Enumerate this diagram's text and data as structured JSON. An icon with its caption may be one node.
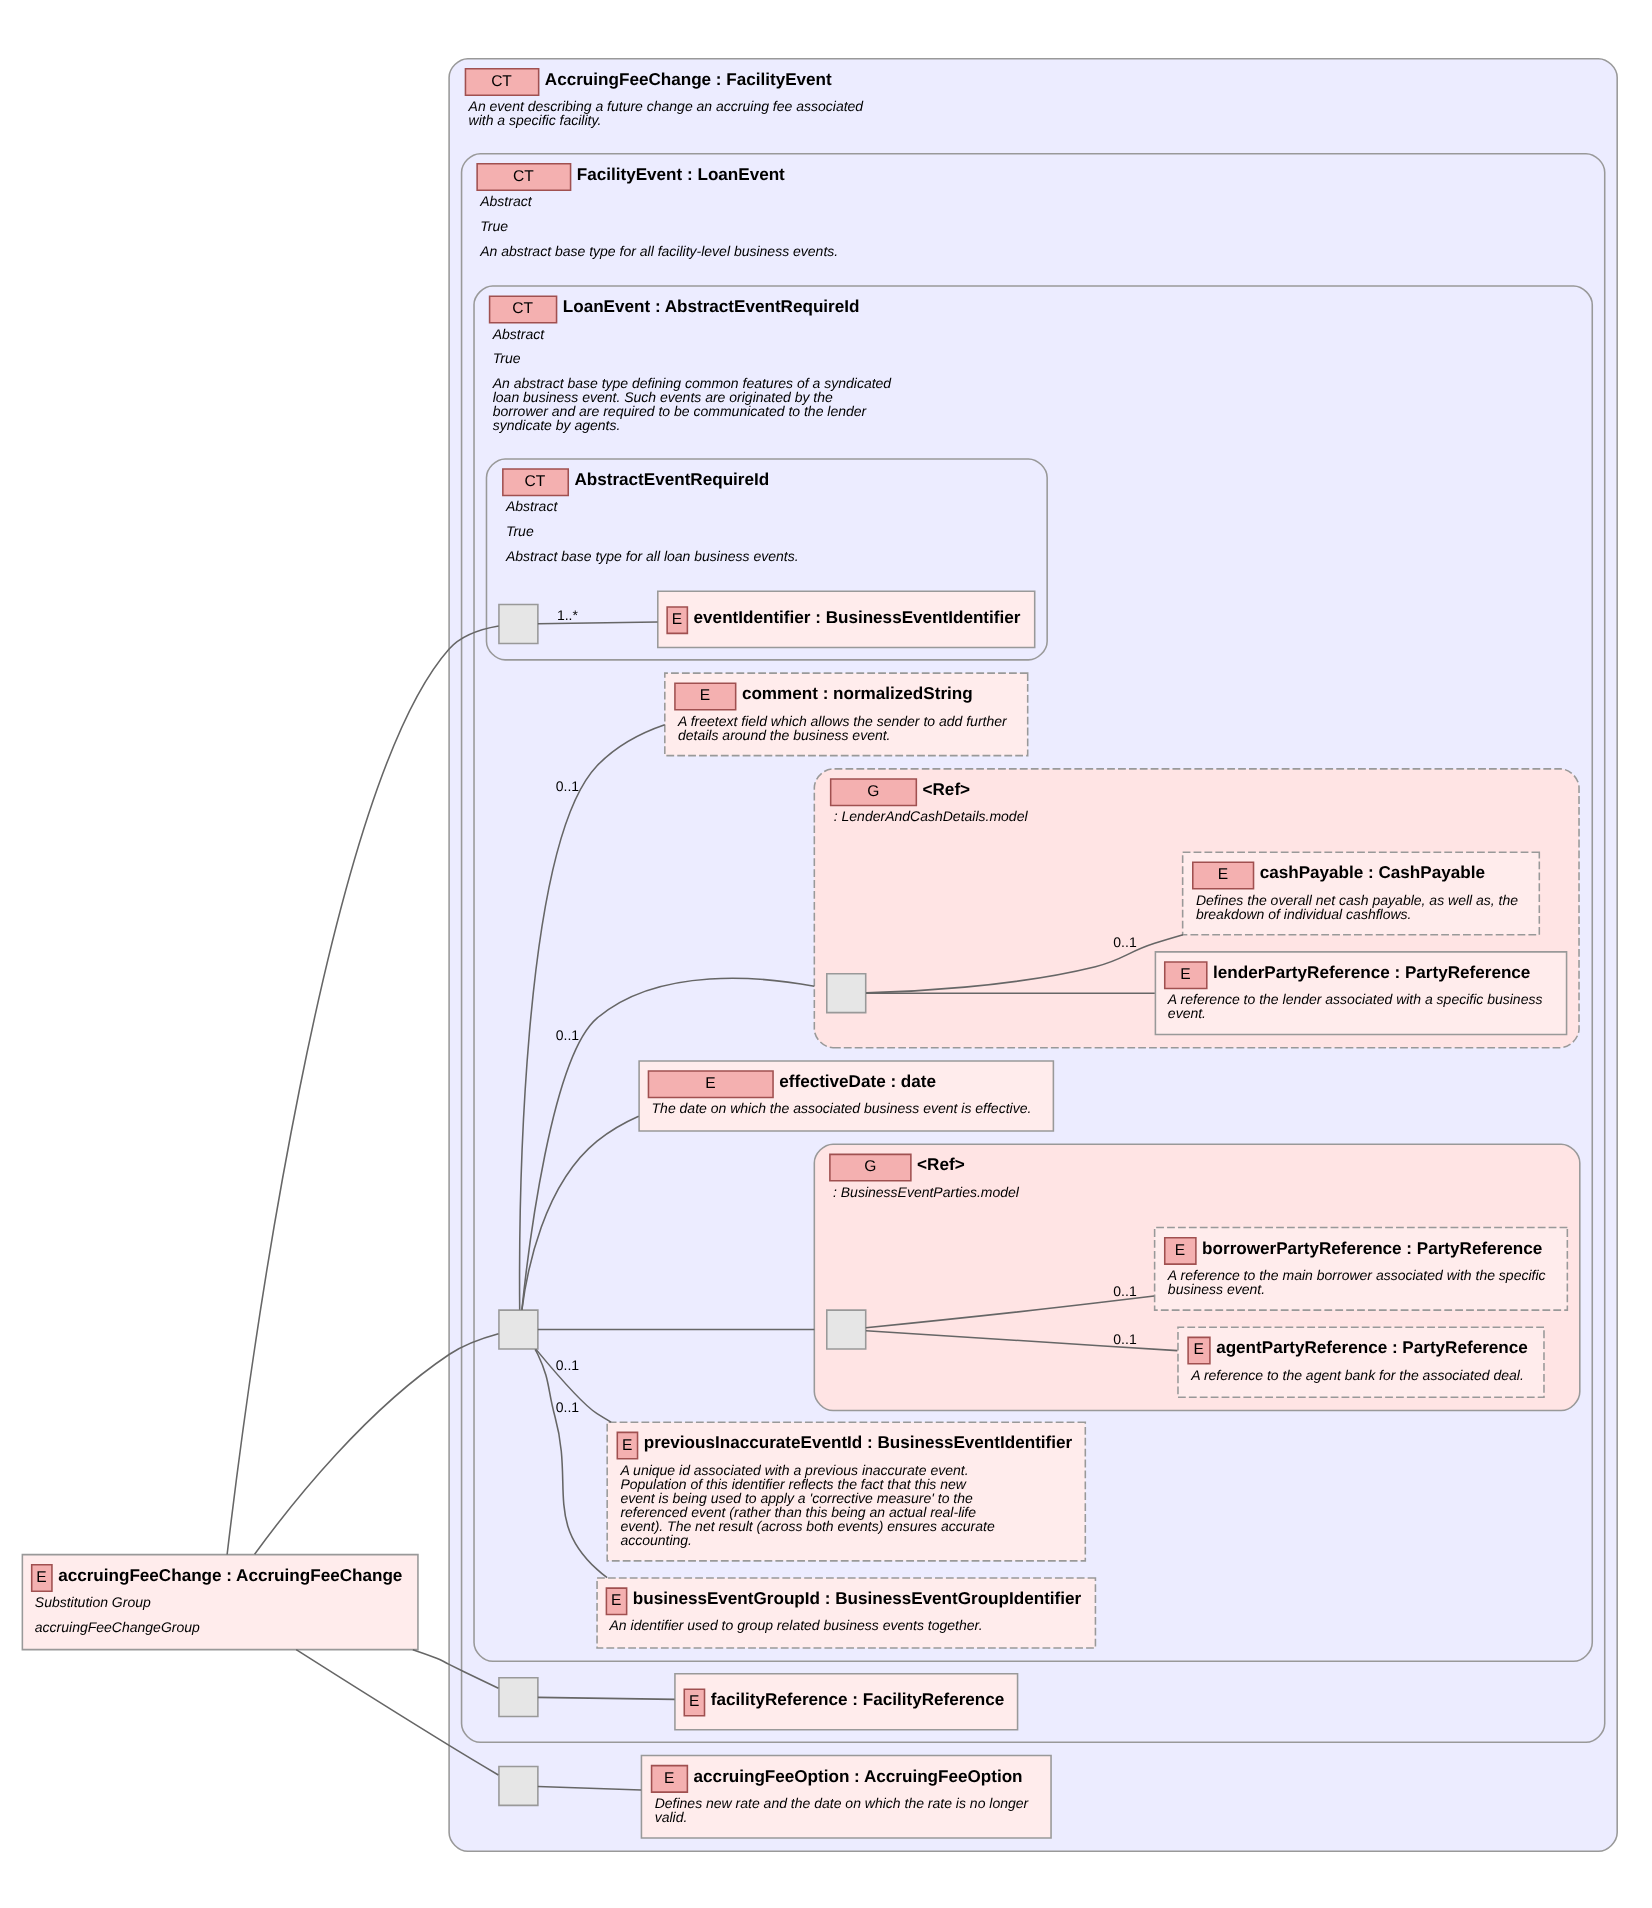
{
  "diagram": {
    "nodes": [
      {
        "text": [
          "E",
          "accruingFeeChange : AccruingFeeChange",
          "Substitution Group",
          "accruingFeeChangeGroup"
        ]
      },
      {
        "text": [
          "CT",
          "AccruingFeeChange : FacilityEvent",
          "An event describing a future change an accruing fee associated with a specific facility."
        ]
      },
      {
        "text": [
          "CT",
          "FacilityEvent : LoanEvent",
          "Abstract",
          "True",
          "An abstract base type for all facility-level business events."
        ],
        "in": 1
      },
      {
        "text": [
          "CT",
          "LoanEvent : AbstractEventRequireId",
          "Abstract",
          "True",
          "An abstract base type defining common features of a syndicated loan business event. Such events are originated by the borrower and are required to be communicated to the lender syndicate by agents."
        ],
        "in": 2
      },
      {
        "text": [
          "CT",
          "AbstractEventRequireId",
          "Abstract",
          "True",
          "Abstract base type for all loan business events."
        ],
        "in": 3
      },
      {
        "text": [],
        "shape": "box",
        "in": 4
      },
      {
        "text": [
          "E",
          "eventIdentifier : BusinessEventIdentifier"
        ],
        "in": 4
      },
      {
        "text": [],
        "shape": "box",
        "in": 3
      },
      {
        "text": [
          "E",
          "businessEventGroupId : BusinessEventGroupIdentifier",
          "An identifier used to group related business events together."
        ],
        "in": 3
      },
      {
        "text": [
          "E",
          "previousInaccurateEventId : BusinessEventIdentifier",
          "A unique id associated with a previous inaccurate event. Population of this identifier reflects the fact that this new event is being used to apply a 'corrective measure' to the referenced event (rather than this being an actual real-life event). The net result (across both events) ensures accurate accounting."
        ],
        "in": 3
      },
      {
        "text": [
          "G",
          "<Ref>",
          ": BusinessEventParties.model"
        ],
        "in": 3
      },
      {
        "text": [],
        "shape": "box",
        "in": 10
      },
      {
        "text": [
          "E",
          "agentPartyReference : PartyReference",
          "A reference to the agent bank for the associated deal."
        ],
        "in": 10
      },
      {
        "text": [
          "E",
          "borrowerPartyReference : PartyReference",
          "A reference to the main borrower associated with the specific business event."
        ],
        "in": 10
      },
      {
        "text": [
          "E",
          "effectiveDate : date",
          "The date on which the associated business event is effective."
        ],
        "in": 3
      },
      {
        "text": [
          "G",
          "<Ref>",
          ": LenderAndCashDetails.model"
        ],
        "in": 3
      },
      {
        "text": [],
        "shape": "box",
        "in": 15
      },
      {
        "text": [
          "E",
          "lenderPartyReference : PartyReference",
          "A reference to the lender associated with a specific business event."
        ],
        "in": 15
      },
      {
        "text": [
          "E",
          "cashPayable : CashPayable",
          "Defines the overall net cash payable, as well as, the breakdown of individual cashflows."
        ],
        "in": 15
      },
      {
        "text": [
          "E",
          "comment : normalizedString",
          "A freetext field which allows the sender to add further details around the business event."
        ],
        "in": 3
      },
      {
        "text": [],
        "shape": "box",
        "in": 2
      },
      {
        "text": [
          "E",
          "facilityReference : FacilityReference"
        ],
        "in": 2
      },
      {
        "text": [],
        "shape": "box",
        "in": 1
      },
      {
        "text": [
          "E",
          "accruingFeeOption : AccruingFeeOption",
          "Defines new rate and the date on which the rate is no longer valid."
        ],
        "in": 1
      }
    ],
    "edges": [
      {
        "from": 0,
        "to": 5,
        "arrow": "none"
      },
      {
        "from": 0,
        "to": 7,
        "arrow": "none"
      },
      {
        "from": 0,
        "to": 20,
        "arrow": "none"
      },
      {
        "from": 0,
        "to": 22,
        "arrow": "none"
      },
      {
        "from": 5,
        "to": 6,
        "arrow": "none",
        "label": "1..*"
      },
      {
        "from": 7,
        "to": 8,
        "arrow": "none",
        "label": "0..1"
      },
      {
        "from": 7,
        "to": 9,
        "arrow": "none",
        "label": "0..1"
      },
      {
        "from": 7,
        "to": 10,
        "arrow": "none"
      },
      {
        "from": 11,
        "to": 12,
        "arrow": "none",
        "label": "0..1"
      },
      {
        "from": 11,
        "to": 13,
        "arrow": "none",
        "label": "0..1"
      },
      {
        "from": 7,
        "to": 14,
        "arrow": "none"
      },
      {
        "from": 7,
        "to": 15,
        "arrow": "none",
        "label": "0..1"
      },
      {
        "from": 16,
        "to": 17,
        "arrow": "none"
      },
      {
        "from": 16,
        "to": 18,
        "arrow": "none",
        "label": "0..1"
      },
      {
        "from": 7,
        "to": 19,
        "arrow": "none",
        "label": "0..1"
      },
      {
        "from": 20,
        "to": 21,
        "arrow": "none"
      },
      {
        "from": 22,
        "to": 23,
        "arrow": "none"
      }
    ]
  }
}
